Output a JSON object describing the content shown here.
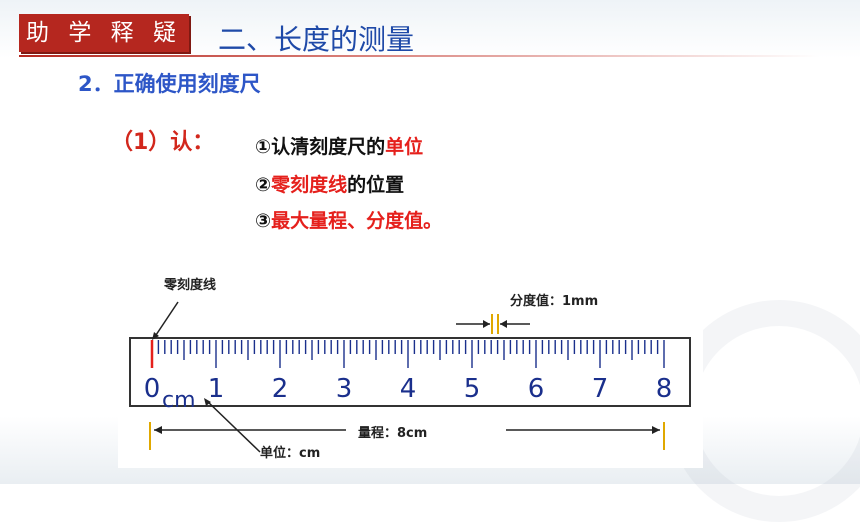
{
  "header": {
    "badge": "助 学 释 疑",
    "title": "二、长度的测量"
  },
  "subtitle": "2．正确使用刻度尺",
  "step": {
    "label": "（1）认："
  },
  "points": [
    {
      "prefix": "①认清刻度尺的",
      "highlight": "单位",
      "suffix": ""
    },
    {
      "prefix": "②",
      "highlight": "零刻度线",
      "suffix": "的位置"
    },
    {
      "prefix": "③",
      "highlight": "最大量程、分度值。",
      "suffix": ""
    }
  ],
  "figure": {
    "zero_line_label": "零刻度线",
    "division_label": "分度值：1mm",
    "range_label": "量程：8cm",
    "unit_label": "单位：cm",
    "unit_on_ruler": "cm",
    "ruler_numbers": [
      "0",
      "1",
      "2",
      "3",
      "4",
      "5",
      "6",
      "7",
      "8"
    ]
  },
  "colors": {
    "badge": "#b5271f",
    "title": "#1f4aa8",
    "subtitle": "#2d56c7",
    "highlight": "#e5201c",
    "ruler_ticks": "#1a2f8c"
  }
}
